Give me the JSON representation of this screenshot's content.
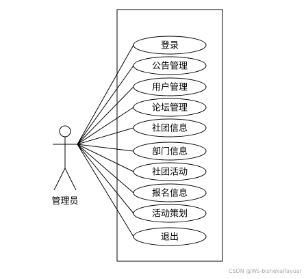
{
  "actor": {
    "label": "管理员"
  },
  "use_cases": [
    {
      "label": "登录"
    },
    {
      "label": "公告管理"
    },
    {
      "label": "用户管理"
    },
    {
      "label": "论坛管理"
    },
    {
      "label": "社团信息"
    },
    {
      "label": "部门信息"
    },
    {
      "label": "社团活动"
    },
    {
      "label": "报名信息"
    },
    {
      "label": "活动策划"
    },
    {
      "label": "退出"
    }
  ],
  "watermark": "CSDN @Ws-bishekaifayuar"
}
